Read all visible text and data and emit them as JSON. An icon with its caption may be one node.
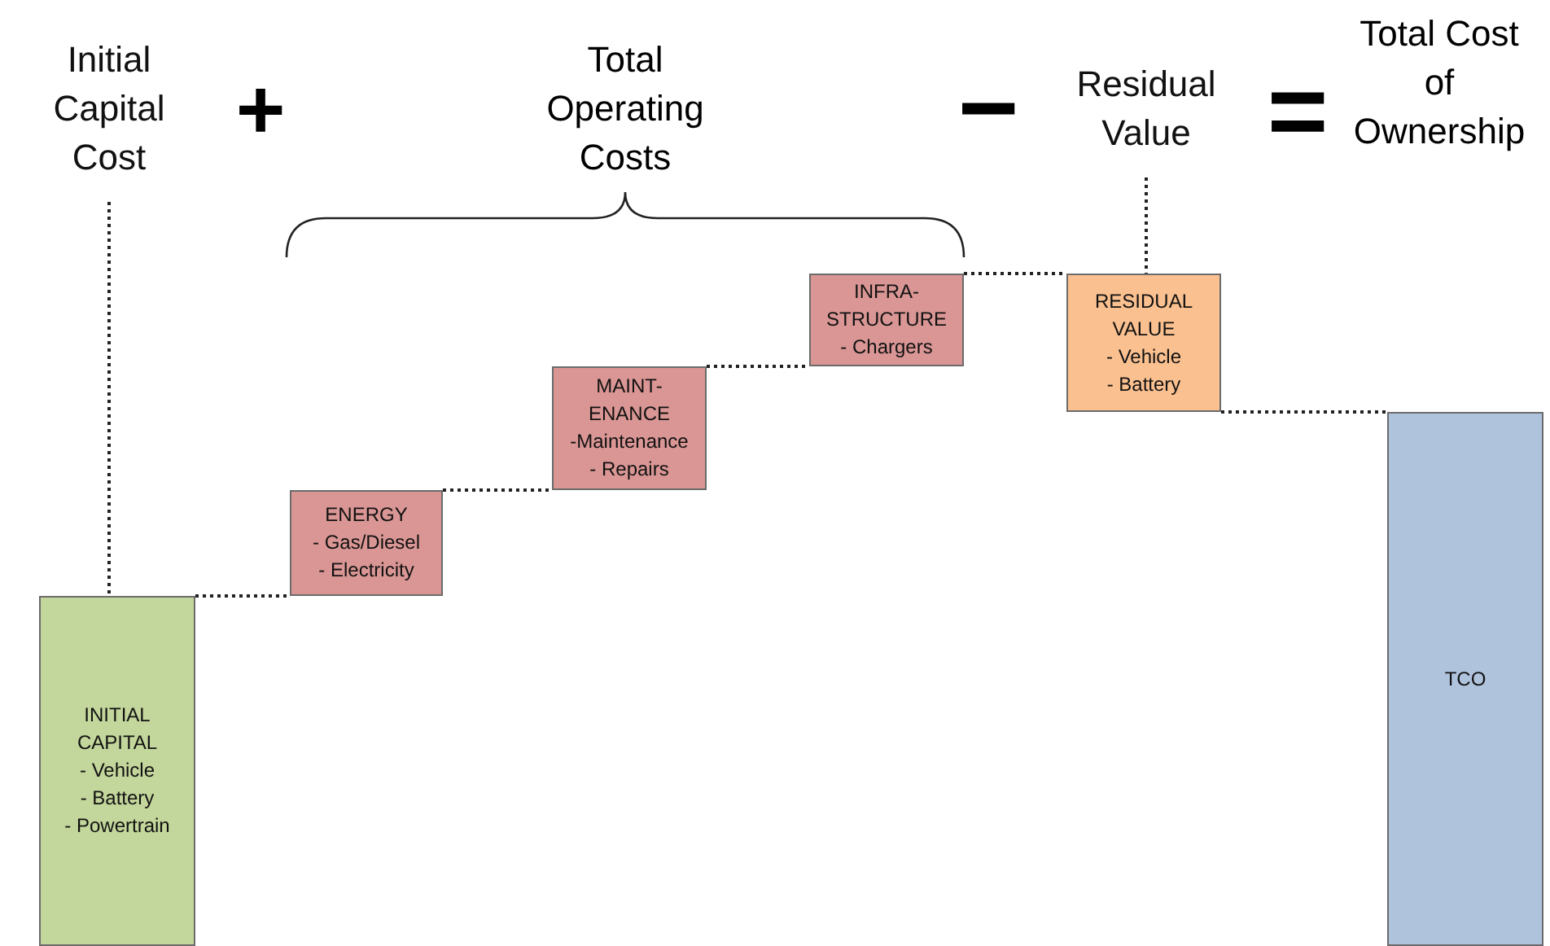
{
  "diagram": {
    "nodes": [
      {
        "text": [
          "Initial Capital Cost"
        ]
      },
      {
        "text": [
          "Residual Value"
        ]
      },
      {
        "text": [
          "INITIAL CAPITAL",
          "- Vehicle",
          "- Battery",
          "- Powertrain"
        ]
      },
      {
        "text": [
          "ENERGY",
          "- Gas/Diesel",
          "- Electricity"
        ]
      },
      {
        "text": [
          "MAINT- ENANCE",
          "-Maintenance",
          "- Repairs"
        ]
      },
      {
        "text": [
          "INFRA- STRUCTURE",
          "- Chargers"
        ]
      },
      {
        "text": [
          "RESIDUAL VALUE",
          "- Vehicle",
          "- Battery"
        ]
      },
      {
        "text": [
          "TCO"
        ]
      }
    ],
    "edges": [
      {
        "from": 0,
        "to": 2,
        "arrow": "none",
        "style": "dashed"
      },
      {
        "from": 2,
        "to": 3,
        "arrow": "none",
        "style": "dashed"
      },
      {
        "from": 3,
        "to": 4,
        "arrow": "none",
        "style": "dashed"
      },
      {
        "from": 4,
        "to": 5,
        "arrow": "none",
        "style": "dashed"
      },
      {
        "from": 5,
        "to": 6,
        "arrow": "none",
        "style": "dashed"
      },
      {
        "from": 1,
        "to": 6,
        "arrow": "none",
        "style": "dashed"
      },
      {
        "from": 6,
        "to": 7,
        "arrow": "none",
        "style": "dashed"
      }
    ],
    "labels": [
      "+",
      "Total Operating Costs",
      "−",
      "=",
      "Total Cost of Ownership"
    ]
  }
}
